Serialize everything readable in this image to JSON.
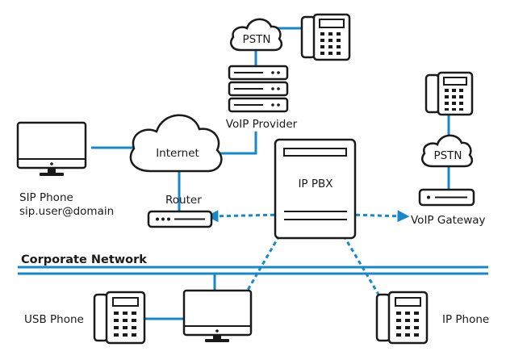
{
  "labels": {
    "pstn_top": "PSTN",
    "voip_provider": "VoIP Provider",
    "internet": "Internet",
    "router": "Router",
    "sip_phone_line1": "SIP Phone",
    "sip_phone_line2": "sip.user@domain",
    "ip_pbx": "IP PBX",
    "pstn_right": "PSTN",
    "voip_gateway": "VoIP Gateway",
    "corporate_network": "Corporate Network",
    "usb_phone": "USB Phone",
    "ip_phone": "IP Phone"
  },
  "colors": {
    "outline": "#1a1a1a",
    "link": "#1a87c7",
    "background": "#ffffff"
  }
}
